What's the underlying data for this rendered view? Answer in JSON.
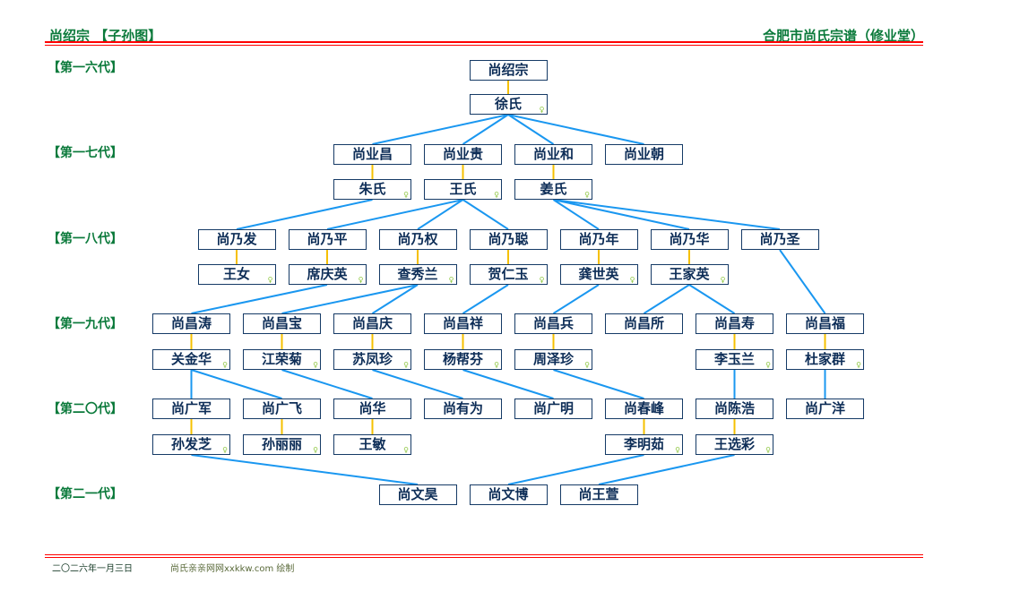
{
  "header": {
    "title": "尚绍宗 【子孙图】",
    "org": "合肥市尚氏宗谱（修业堂）"
  },
  "generations": [
    "【第一六代】",
    "【第一七代】",
    "【第一八代】",
    "【第一九代】",
    "【第二〇代】",
    "【第二一代】"
  ],
  "colors": {
    "line": "#1a97f0",
    "marriage": "#f5c000",
    "accent": "#0b7a3b",
    "rule": "#ff0000"
  },
  "people": [
    {
      "id": "p1",
      "name": "尚绍宗",
      "spouse": "徐氏",
      "parent": null
    },
    {
      "id": "p2",
      "name": "尚业昌",
      "spouse": "朱氏",
      "parent": "p1"
    },
    {
      "id": "p3",
      "name": "尚业贵",
      "spouse": "王氏",
      "parent": "p1"
    },
    {
      "id": "p4",
      "name": "尚业和",
      "spouse": "姜氏",
      "parent": "p1"
    },
    {
      "id": "p5",
      "name": "尚业朝",
      "spouse": null,
      "parent": "p1"
    },
    {
      "id": "p6",
      "name": "尚乃发",
      "spouse": "王女",
      "parent": "p2"
    },
    {
      "id": "p7",
      "name": "尚乃平",
      "spouse": "席庆英",
      "parent": "p3"
    },
    {
      "id": "p8",
      "name": "尚乃权",
      "spouse": "查秀兰",
      "parent": "p3"
    },
    {
      "id": "p9",
      "name": "尚乃聪",
      "spouse": "贺仁玉",
      "parent": "p3"
    },
    {
      "id": "p10",
      "name": "尚乃年",
      "spouse": "龚世英",
      "parent": "p4"
    },
    {
      "id": "p11",
      "name": "尚乃华",
      "spouse": "王家英",
      "parent": "p4"
    },
    {
      "id": "p12",
      "name": "尚乃圣",
      "spouse": null,
      "parent": "p4"
    },
    {
      "id": "p13",
      "name": "尚昌涛",
      "spouse": "关金华",
      "parent": "p7"
    },
    {
      "id": "p14",
      "name": "尚昌宝",
      "spouse": "江荣菊",
      "parent": "p8"
    },
    {
      "id": "p15",
      "name": "尚昌庆",
      "spouse": "苏凤珍",
      "parent": "p8"
    },
    {
      "id": "p16",
      "name": "尚昌祥",
      "spouse": "杨帮芬",
      "parent": "p9"
    },
    {
      "id": "p17",
      "name": "尚昌兵",
      "spouse": "周泽珍",
      "parent": "p10"
    },
    {
      "id": "p18",
      "name": "尚昌所",
      "spouse": null,
      "parent": "p11"
    },
    {
      "id": "p19",
      "name": "尚昌寿",
      "spouse": "李玉兰",
      "parent": "p11"
    },
    {
      "id": "p20",
      "name": "尚昌福",
      "spouse": "杜家群",
      "parent": "p12"
    },
    {
      "id": "p21",
      "name": "尚广军",
      "spouse": "孙发芝",
      "parent": "p13"
    },
    {
      "id": "p22",
      "name": "尚广飞",
      "spouse": "孙丽丽",
      "parent": "p13"
    },
    {
      "id": "p23",
      "name": "尚华",
      "spouse": "王敏",
      "parent": "p14"
    },
    {
      "id": "p24",
      "name": "尚有为",
      "spouse": null,
      "parent": "p15"
    },
    {
      "id": "p25",
      "name": "尚广明",
      "spouse": null,
      "parent": "p16"
    },
    {
      "id": "p26",
      "name": "尚春峰",
      "spouse": "李明茹",
      "parent": "p17"
    },
    {
      "id": "p27",
      "name": "尚陈浩",
      "spouse": "王选彩",
      "parent": "p19"
    },
    {
      "id": "p28",
      "name": "尚广洋",
      "spouse": null,
      "parent": "p20"
    },
    {
      "id": "p29",
      "name": "尚文昊",
      "spouse": null,
      "parent": "p21"
    },
    {
      "id": "p30",
      "name": "尚文博",
      "spouse": null,
      "parent": "p26"
    },
    {
      "id": "p31",
      "name": "尚王萱",
      "spouse": null,
      "parent": "p27"
    }
  ],
  "footer": {
    "date": "二〇二六年一月三日",
    "credit": "尚氏亲亲网网xxkkw.com 绘制"
  }
}
